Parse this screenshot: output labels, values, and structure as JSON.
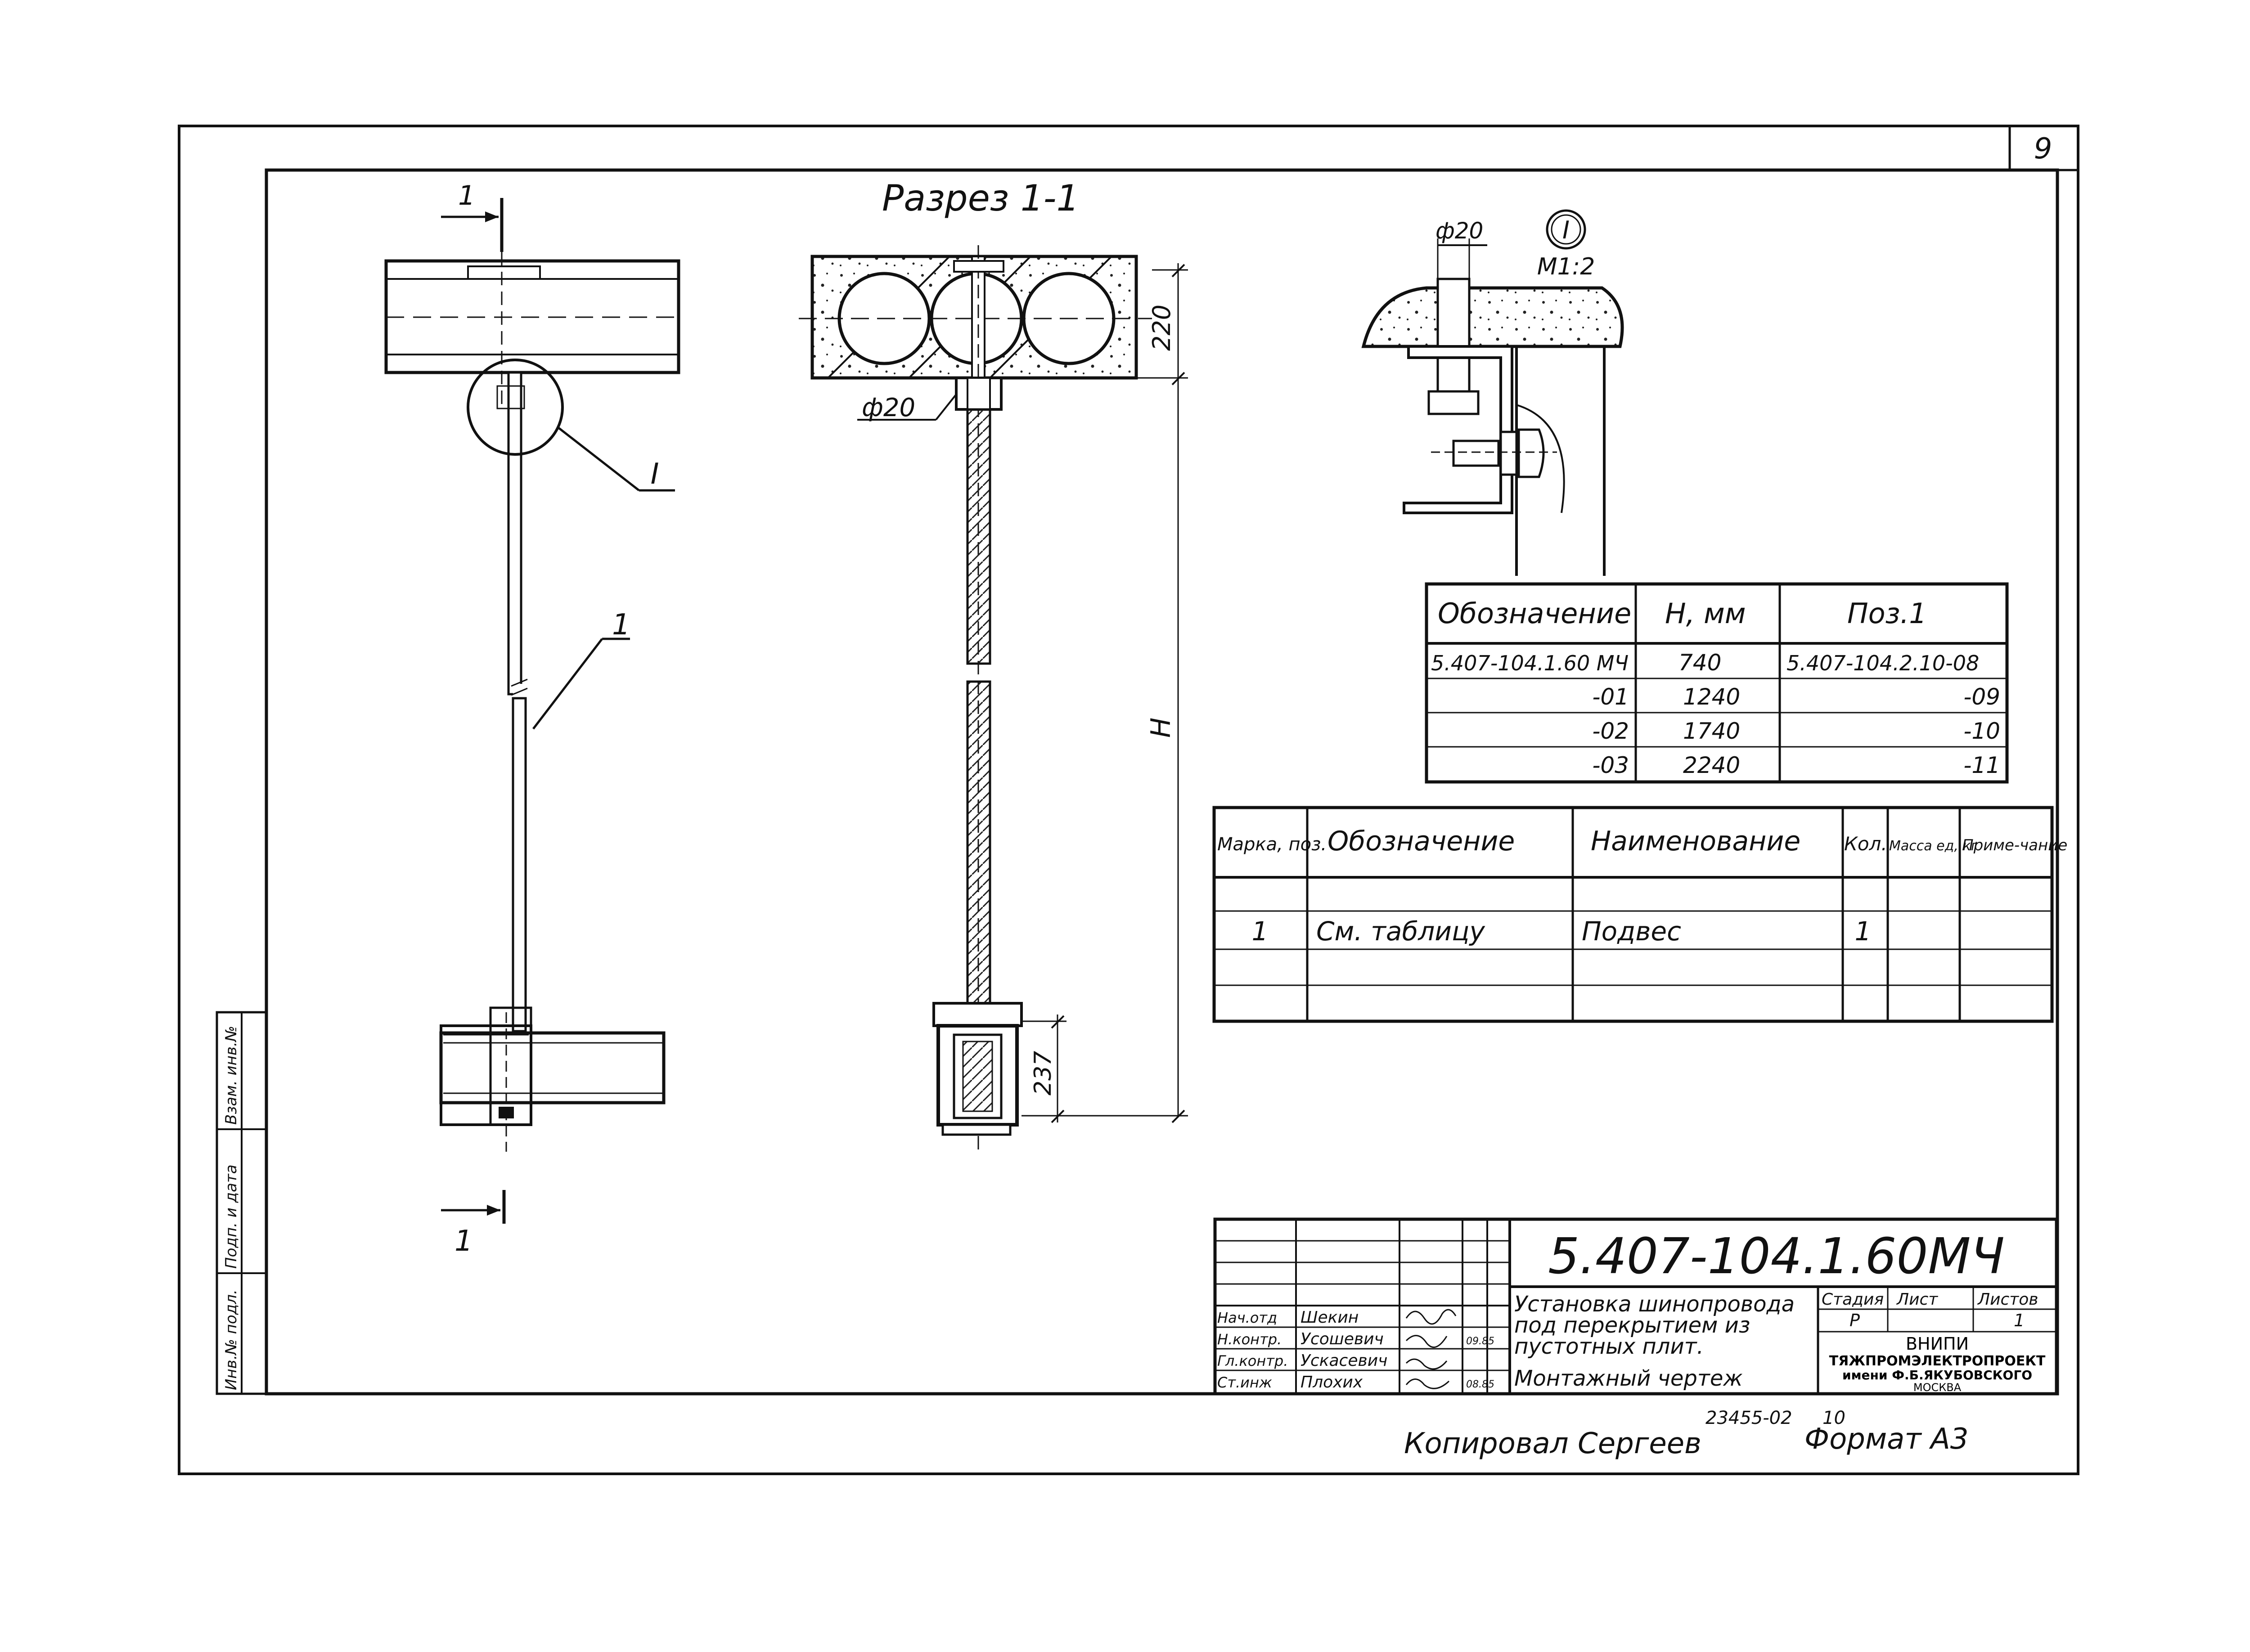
{
  "sheet": {
    "number": "9",
    "copied_by": "Копировал Сергеев",
    "inventory_code": "23455-02",
    "inventory_sub": "10",
    "format": "Формат А3"
  },
  "main_view": {
    "section_mark_top": "1",
    "section_mark_bottom": "1",
    "detail_callout": "I",
    "position_callout": "1"
  },
  "section_view": {
    "title": "Разрез 1-1",
    "dim_top": "220",
    "dim_height": "H",
    "dim_bottom": "237",
    "hole_diameter": "ф20"
  },
  "detail_view": {
    "label": "I",
    "scale": "М1:2",
    "hole_diameter": "ф20"
  },
  "variants_table": {
    "headers": [
      "Обозначение",
      "Н, мм",
      "Поз.1"
    ],
    "rows": [
      [
        "5.407-104.1.60 МЧ",
        "740",
        "5.407-104.2.10-08"
      ],
      [
        "-01",
        "1240",
        "-09"
      ],
      [
        "-02",
        "1740",
        "-10"
      ],
      [
        "-03",
        "2240",
        "-11"
      ]
    ]
  },
  "spec_table": {
    "headers": [
      "Марка, поз.",
      "Обозначение",
      "Наименование",
      "Кол.",
      "Масса ед, кг",
      "Приме-чание"
    ],
    "rows": [
      [
        "",
        "",
        "",
        "",
        "",
        ""
      ],
      [
        "1",
        "См. таблицу",
        "Подвес",
        "1",
        "",
        ""
      ],
      [
        "",
        "",
        "",
        "",
        "",
        ""
      ],
      [
        "",
        "",
        "",
        "",
        "",
        ""
      ]
    ]
  },
  "title_block": {
    "document_code": "5.407-104.1.60МЧ",
    "title_lines": [
      "Установка шинопровода",
      "под перекрытием из",
      "пустотных плит."
    ],
    "drawing_type": "Монтажный чертеж",
    "stage_header": "Стадия",
    "sheet_header": "Лист",
    "sheets_header": "Листов",
    "stage_value": "Р",
    "sheets_value": "1",
    "org_lines": [
      "ВНИПИ",
      "ТЯЖПРОМЭЛЕКТРОПРОЕКТ",
      "имени Ф.Б.ЯКУБОВСКОГО",
      "МОСКВА"
    ],
    "signatures": [
      {
        "role": "Нач.отд",
        "name": "Шекин",
        "date": ""
      },
      {
        "role": "Н.контр.",
        "name": "Усошевич",
        "date": "09.85"
      },
      {
        "role": "Гл.контр.",
        "name": "Ускасевич",
        "date": ""
      },
      {
        "role": "Ст.инж",
        "name": "Плохих",
        "date": "08.85"
      }
    ]
  },
  "side_stamp": {
    "labels": [
      "Инв.№ подл.",
      "Подп. и дата",
      "Взам. инв.№"
    ]
  }
}
